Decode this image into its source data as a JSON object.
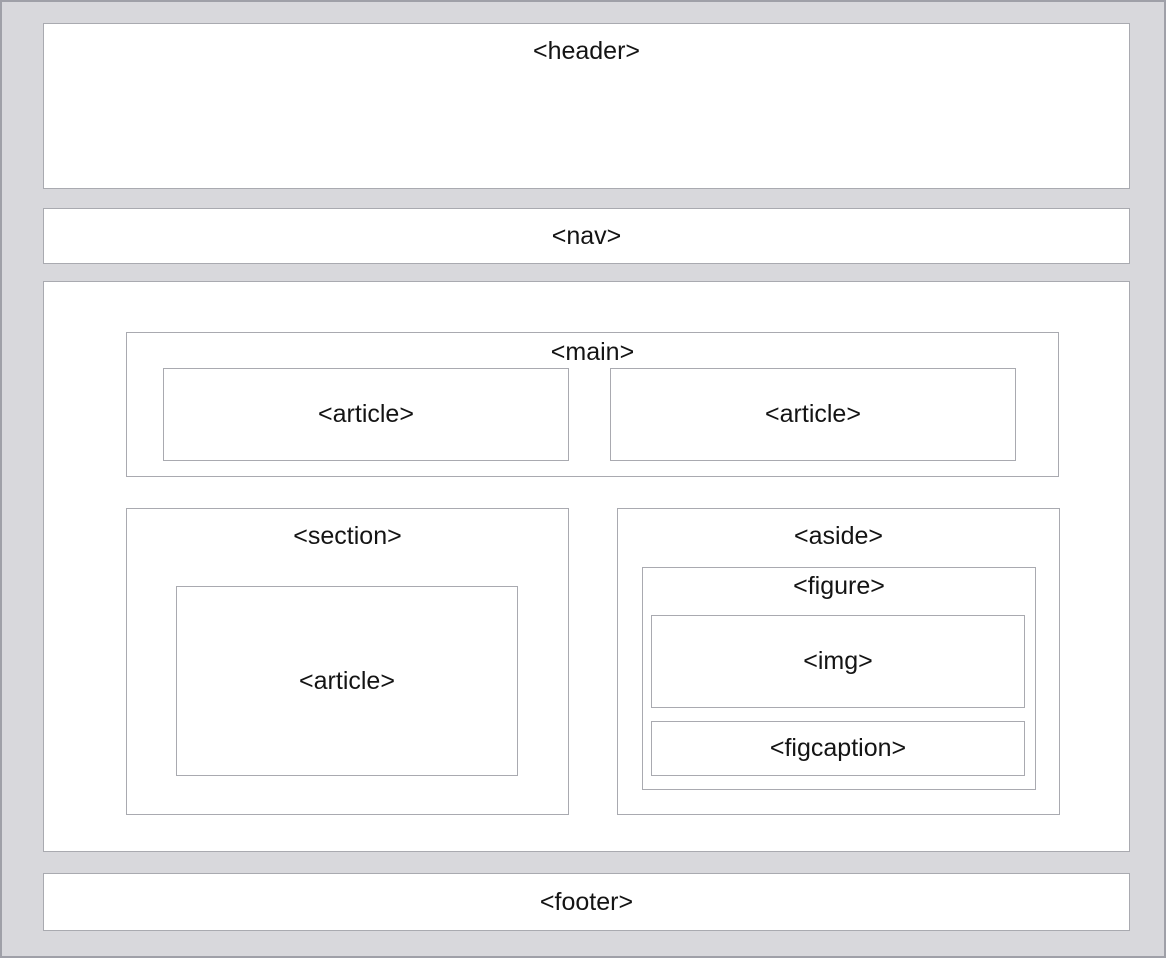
{
  "page": {
    "background_color": "#d8d8dc",
    "outer_border_color": "#9fa0a8",
    "box_background_color": "#ffffff",
    "box_border_color": "#a9aab0",
    "text_color": "#141414"
  },
  "labels": {
    "header": "<header>",
    "nav": "<nav>",
    "main": "<main>",
    "main_article_1": "<article>",
    "main_article_2": "<article>",
    "section": "<section>",
    "section_article": "<article>",
    "aside": "<aside>",
    "figure": "<figure>",
    "img": "<img>",
    "figcaption": "<figcaption>",
    "footer": "<footer>"
  }
}
